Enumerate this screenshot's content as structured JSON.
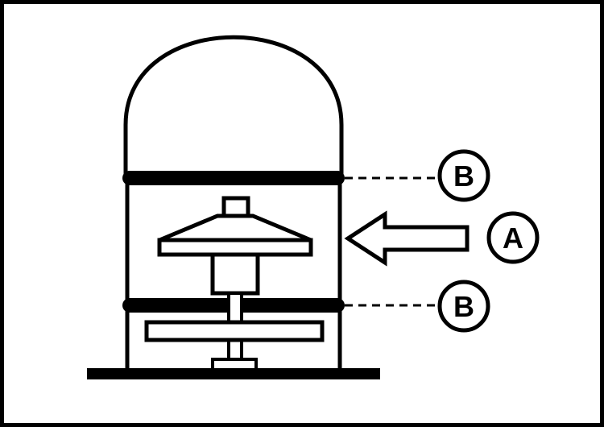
{
  "diagram": {
    "callouts": [
      {
        "label": "B"
      },
      {
        "label": "A"
      },
      {
        "label": "B"
      }
    ],
    "colors": {
      "ink": "#000000",
      "paper": "#ffffff"
    }
  }
}
